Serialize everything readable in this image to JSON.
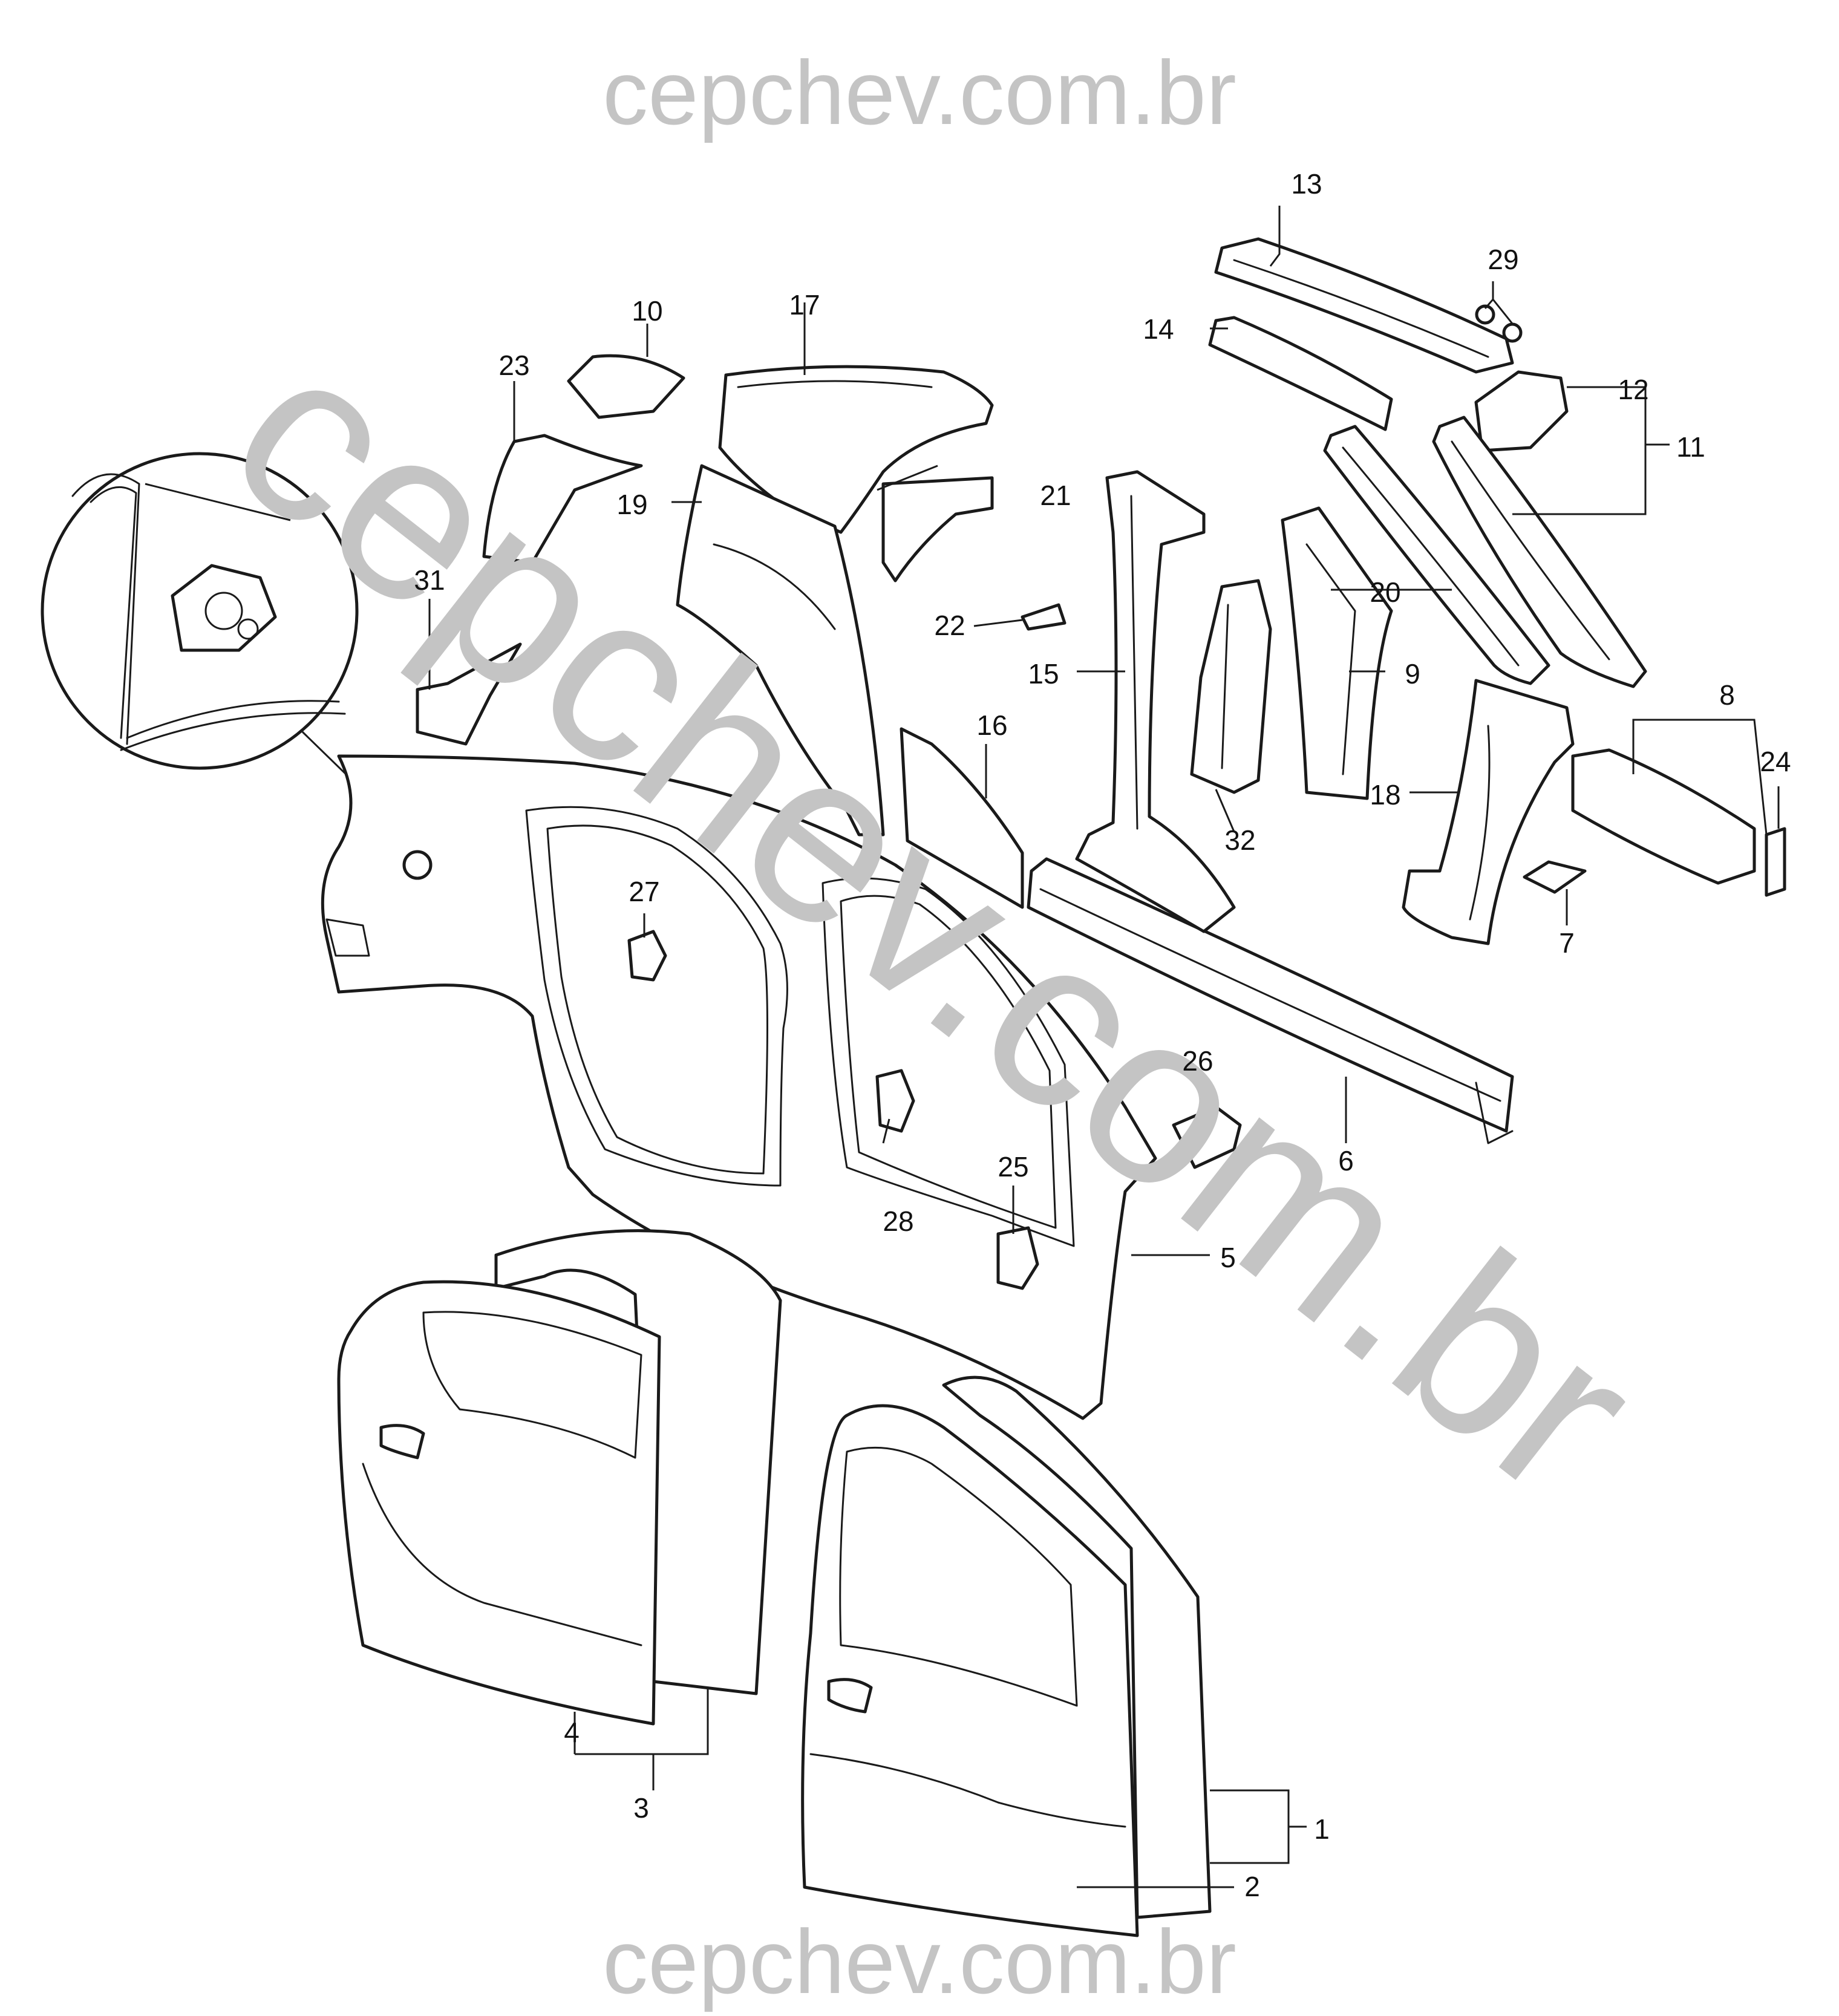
{
  "watermark": {
    "top": "cepchev.com.br",
    "diagonal": "cepchev.com.br",
    "bottom": "cepchev.com.br",
    "color": "#c4c4c4"
  },
  "callouts": {
    "n1": "1",
    "n2": "2",
    "n3": "3",
    "n4": "4",
    "n5": "5",
    "n6": "6",
    "n7": "7",
    "n8": "8",
    "n9": "9",
    "n10": "10",
    "n11": "11",
    "n12": "12",
    "n13": "13",
    "n14": "14",
    "n15": "15",
    "n16": "16",
    "n17": "17",
    "n18": "18",
    "n19": "19",
    "n20": "20",
    "n21": "21",
    "n22": "22",
    "n23": "23",
    "n24": "24",
    "n25": "25",
    "n26": "26",
    "n27": "27",
    "n28": "28",
    "n29": "29",
    "n31": "31",
    "n32": "32"
  }
}
